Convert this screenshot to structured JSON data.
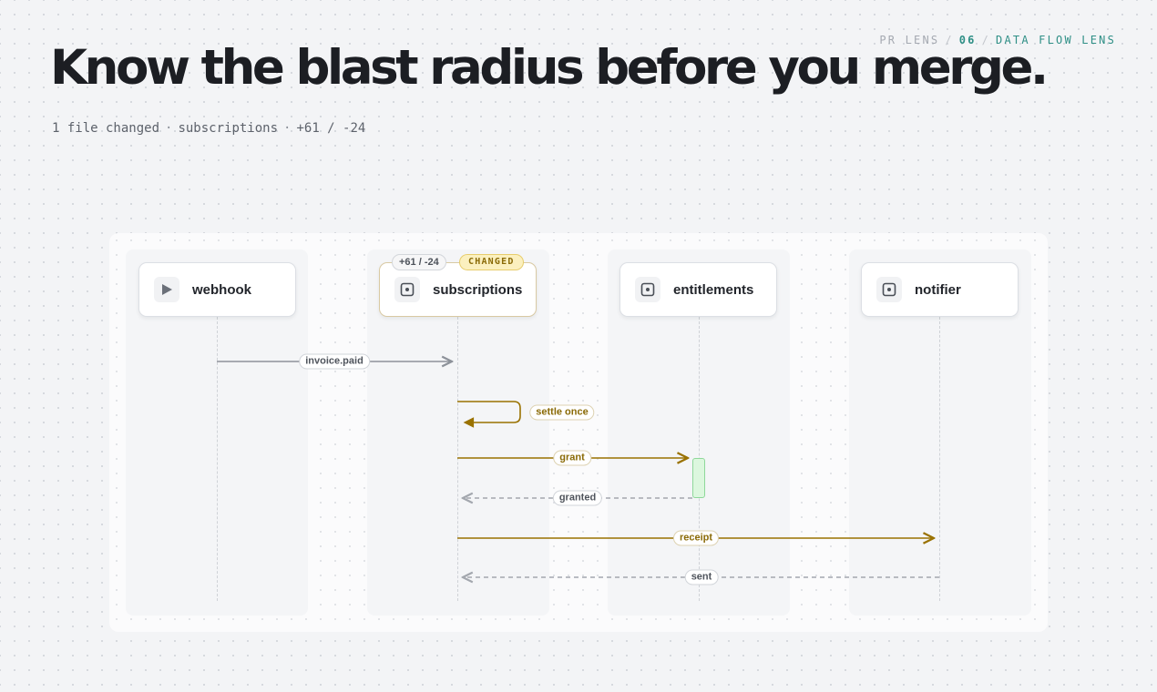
{
  "header": {
    "eyebrow_section": "PR LENS",
    "eyebrow_number": "06",
    "eyebrow_lens": "DATA FLOW LENS",
    "headline": "Know the blast radius before you merge.",
    "meta_files": "1 file changed",
    "meta_service": "subscriptions",
    "meta_diff": "+61 / -24"
  },
  "actors": [
    {
      "label": "webhook",
      "icon": "play-icon",
      "changed": false
    },
    {
      "label": "subscriptions",
      "icon": "service-icon",
      "changed": true,
      "diff": "+61 / -24",
      "badge": "CHANGED"
    },
    {
      "label": "entitlements",
      "icon": "service-icon",
      "changed": false
    },
    {
      "label": "notifier",
      "icon": "service-icon",
      "changed": false
    }
  ],
  "messages": [
    {
      "from": 0,
      "to": 1,
      "label": "invoice.paid",
      "kind": "call",
      "changed": false
    },
    {
      "from": 1,
      "to": 1,
      "label": "settle once",
      "kind": "self",
      "changed": true
    },
    {
      "from": 1,
      "to": 2,
      "label": "grant",
      "kind": "call",
      "changed": true
    },
    {
      "from": 2,
      "to": 1,
      "label": "granted",
      "kind": "return",
      "changed": false
    },
    {
      "from": 1,
      "to": 3,
      "label": "receipt",
      "kind": "call",
      "changed": true
    },
    {
      "from": 3,
      "to": 1,
      "label": "sent",
      "kind": "return",
      "changed": false
    }
  ],
  "colors": {
    "changed_accent": "#9a7200",
    "neutral_arrow": "#8d929a",
    "return_arrow": "#a3a7ae",
    "activation_fill": "#dcf7de",
    "lens_accent": "#2f8f86"
  }
}
